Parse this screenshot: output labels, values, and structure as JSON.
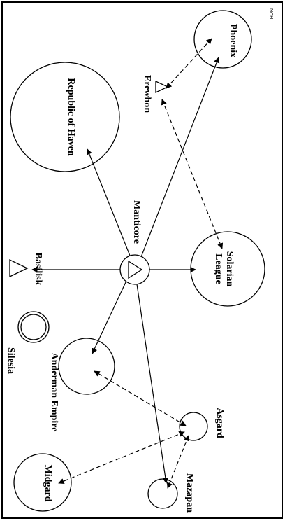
{
  "signature": "NCH",
  "nodes": {
    "manticore": "Manticore",
    "haven": "Republic of Haven",
    "phoenix": "Phoenix",
    "erewhon": "Erewhon",
    "solarian": [
      "Solarian",
      "League"
    ],
    "basilisk": "Basilisk",
    "silesia": "Silesia",
    "anderman": "Anderman Empire",
    "asgard": "Asgard",
    "mazapan": "Mazapan",
    "midgard": "Midgard"
  }
}
